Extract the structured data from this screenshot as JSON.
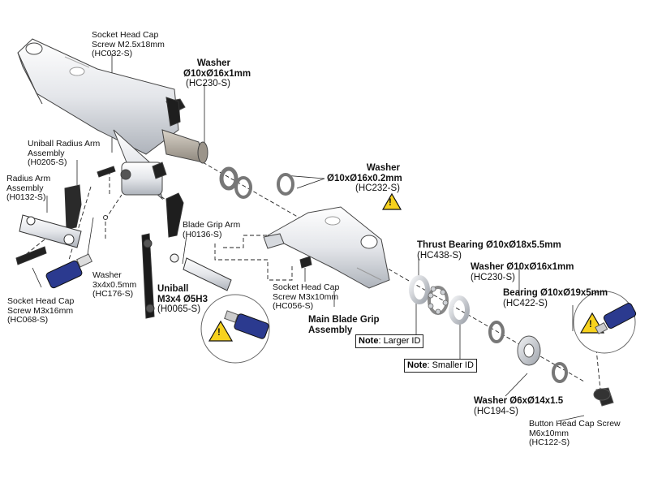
{
  "labels": {
    "hc032": [
      "Socket Head Cap",
      "Screw M2.5x18mm",
      "(HC032-S)"
    ],
    "hc230_top": [
      "Washer",
      "Ø10xØ16x1mm",
      "(HC230-S)"
    ],
    "h0205": [
      "Uniball Radius Arm",
      "Assembly",
      "(H0205-S)"
    ],
    "h0132": [
      "Radius Arm",
      "Assembly",
      "(H0132-S)"
    ],
    "hc232": [
      "Washer",
      "Ø10xØ16x0.2mm",
      "(HC232-S)"
    ],
    "h0136": [
      "Blade Grip Arm",
      "(H0136-S)"
    ],
    "hc176": [
      "Washer",
      "3x4x0.5mm",
      "(HC176-S)"
    ],
    "h0065": [
      "Uniball",
      "M3x4 Ø5H3",
      "(H0065-S)"
    ],
    "hc056": [
      "Socket Head Cap",
      "Screw M3x10mm",
      "(HC056-S)"
    ],
    "hc068": [
      "Socket Head Cap",
      "Screw M3x16mm",
      "(HC068-S)"
    ],
    "hc438": [
      "Thrust Bearing Ø10xØ18x5.5mm",
      "(HC438-S)"
    ],
    "hc230_right": [
      "Washer Ø10xØ16x1mm",
      "(HC230-S)"
    ],
    "hc422": [
      "Bearing Ø10xØ19x5mm",
      "(HC422-S)"
    ],
    "main_grip": [
      "Main Blade Grip",
      "Assembly"
    ],
    "hc194": [
      "Washer Ø6xØ14x1.5",
      "(HC194-S)"
    ],
    "hc122": [
      "Button Head Cap Screw",
      "M6x10mm",
      "(HC122-S)"
    ]
  },
  "notes": {
    "larger": {
      "prefix": "Note",
      "text": ": Larger ID"
    },
    "smaller": {
      "prefix": "Note",
      "text": ": Smaller ID"
    }
  },
  "warning_glyph": "!",
  "colors": {
    "metal": "#e4e6ea",
    "metal_dark": "#b9bdc4",
    "line": "#222222",
    "warn_yellow": "#f7d21e",
    "threadlock_blue": "#2b3a8f"
  }
}
